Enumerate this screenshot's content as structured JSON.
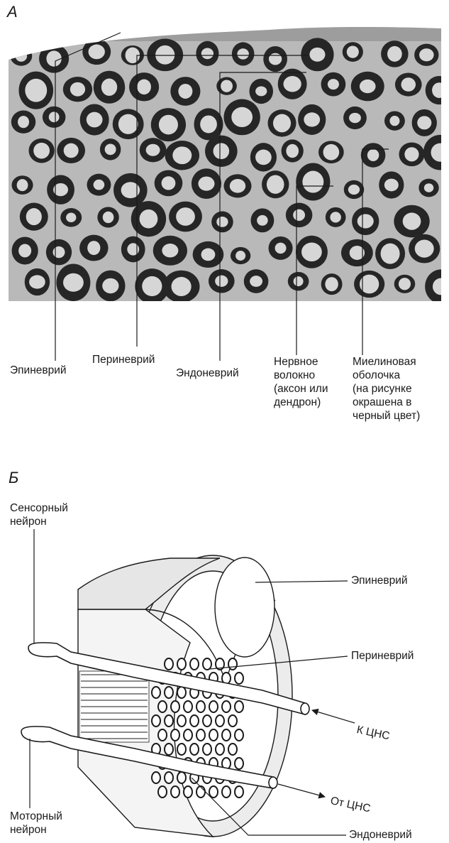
{
  "panel_a": {
    "letter": "А",
    "labels": {
      "epineurium": "Эпиневрий",
      "perineurium": "Периневрий",
      "endoneurium": "Эндоневрий",
      "nerve_fiber": "Нервное\nволокно\n(аксон или\nдендрон)",
      "myelin_sheath": "Миелиновая\nоболочка\n(на рисунке\nокрашена в\nчерный цвет)"
    }
  },
  "panel_b": {
    "letter": "Б",
    "labels": {
      "sensory_neuron": "Сенсорный\nнейрон",
      "motor_neuron": "Моторный\nнейрон",
      "epineurium": "Эпиневрий",
      "perineurium": "Периневрий",
      "to_cns": "К ЦНС",
      "from_cns": "От ЦНС",
      "endoneurium": "Эндоневрий"
    }
  },
  "colors": {
    "ink": "#1a1a1a",
    "micrograph_bg": "#b9b9b9",
    "sheath": "#262626",
    "axon": "#d6d6d6"
  }
}
